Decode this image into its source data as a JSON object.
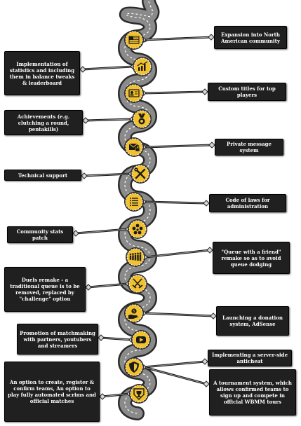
{
  "accent_color": "#f2c12e",
  "road_color": "#8a8a8a",
  "milestones": [
    {
      "icon": "american-flag-icon",
      "text": "Expansion into North American community",
      "side": "right"
    },
    {
      "icon": "statistics-chart-icon",
      "text": "Implementation of statistics and including them in balance tweaks & leaderboard",
      "side": "left"
    },
    {
      "icon": "id-card-icon",
      "text": "Custom titles for top players",
      "side": "right"
    },
    {
      "icon": "medal-icon",
      "text": "Achievements (e.g. clutching a round, pentakills)",
      "side": "left"
    },
    {
      "icon": "locked-envelope-icon",
      "text": "Private message system",
      "side": "right"
    },
    {
      "icon": "wrench-screwdriver-icon",
      "text": "Technical support",
      "side": "left"
    },
    {
      "icon": "list-icon",
      "text": "Code of laws for administration",
      "side": "right"
    },
    {
      "icon": "community-group-icon",
      "text": "Community stats patch",
      "side": "left"
    },
    {
      "icon": "queue-people-icon",
      "text": "\"Queue with a friend\" remake so as to avoid queue dodging",
      "side": "right"
    },
    {
      "icon": "crossed-swords-icon",
      "text": "Duels remake - a traditional queue is to be removed, replaced by \"challenge\" option",
      "side": "left"
    },
    {
      "icon": "donation-hand-icon",
      "text": "Launching a donation system, AdSense",
      "side": "right"
    },
    {
      "icon": "youtube-play-icon",
      "text": "Promotion of matchmaking with partners, youtubers and streamers",
      "side": "left"
    },
    {
      "icon": "shield-icon",
      "text": "Implementing a server-side anticheat",
      "side": "right"
    },
    {
      "icon": "trophy-badge-icon",
      "text": "A tournament system, which allows confirmed teams to sign up and compete in official WBMM tours",
      "side": "right"
    },
    {
      "icon": "trophy-badge-icon",
      "text": "An option to create, register & confirm teams, An option to play fully automated scrims and official matches",
      "side": "left"
    }
  ]
}
